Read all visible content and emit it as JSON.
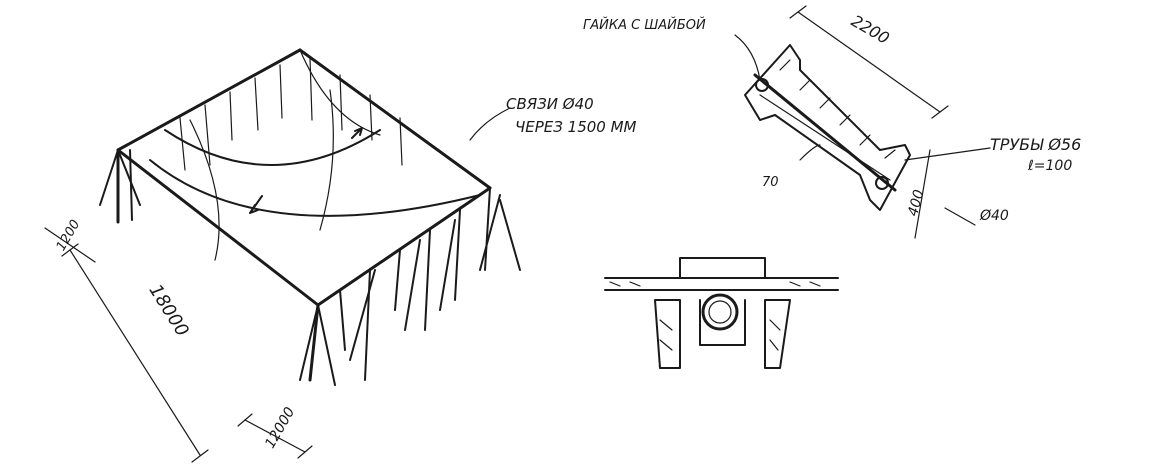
{
  "annotations": {
    "ties": "СВЯЗИ Ø40",
    "spacing": "ЧЕРЕЗ 1500 ММ",
    "nut": "ГАЙКА С ШАЙБОЙ",
    "pipes": "ТРУБЫ Ø56",
    "pipe_length": "ℓ=100",
    "dim_2200": "2200",
    "dim_70": "70",
    "dim_400": "400",
    "dim_d40": "Ø40",
    "dim_1200_left": "1200",
    "dim_18000": "18000",
    "dim_12000": "12000"
  }
}
